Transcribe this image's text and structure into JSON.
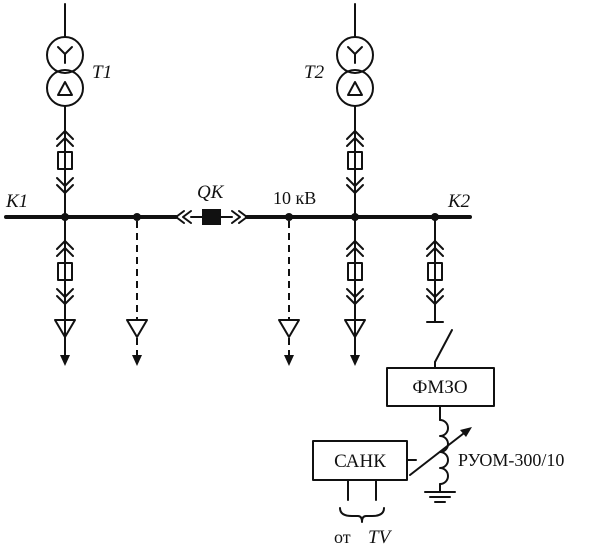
{
  "labels": {
    "t1": "T1",
    "t2": "T2",
    "k1": "K1",
    "k2": "K2",
    "qk": "QK",
    "voltage": "10 кВ",
    "fmzo": "ФМЗО",
    "sank": "САНК",
    "ruom": "РУОМ-300/10",
    "ot": "от",
    "tv": "TV"
  }
}
